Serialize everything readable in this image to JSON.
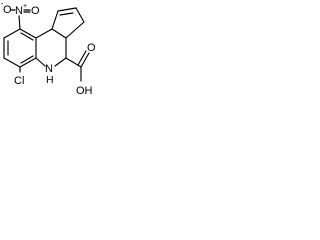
{
  "molecule": {
    "atoms": {
      "nitro_n": "N",
      "nitro_plus": "+",
      "nitro_o_left": "O",
      "nitro_minus": "-",
      "nitro_o_right": "O",
      "chloro": "Cl",
      "amine": "H",
      "amine_n": "N",
      "carboxyl_o": "O",
      "carboxyl_oh": "OH"
    }
  }
}
